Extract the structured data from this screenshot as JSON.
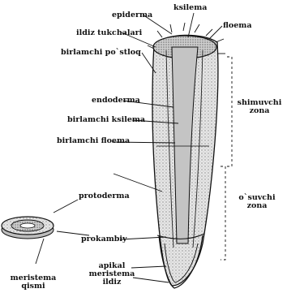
{
  "labels": {
    "epiderma": "epiderma",
    "ksilema": "ksilema",
    "floema": "floema",
    "ildiz_tukchalari": "ildiz tukchalari",
    "birlamchi_postloq": "birlamchi po`stloq",
    "endoderma": "endoderma",
    "birlamchi_ksilema": "birlamchi ksilema",
    "birlamchi_floema": "birlamchi floema",
    "protoderma": "protoderma",
    "prokambiy": "prokambiy",
    "apikal_meristema_ildiz": [
      "apikal",
      "meristema",
      "ildiz"
    ],
    "meristema_qismi": [
      "meristema",
      "qismi"
    ],
    "shimuvchi_zona": [
      "shimuvchi",
      "zona"
    ],
    "osuvchi_zona": [
      "o`suvchi",
      "zona"
    ]
  },
  "colors": {
    "ink": "#111111",
    "stipple": "#9a9a9a",
    "tissue": "#dcdcdc",
    "center": "#bdbdbd"
  }
}
